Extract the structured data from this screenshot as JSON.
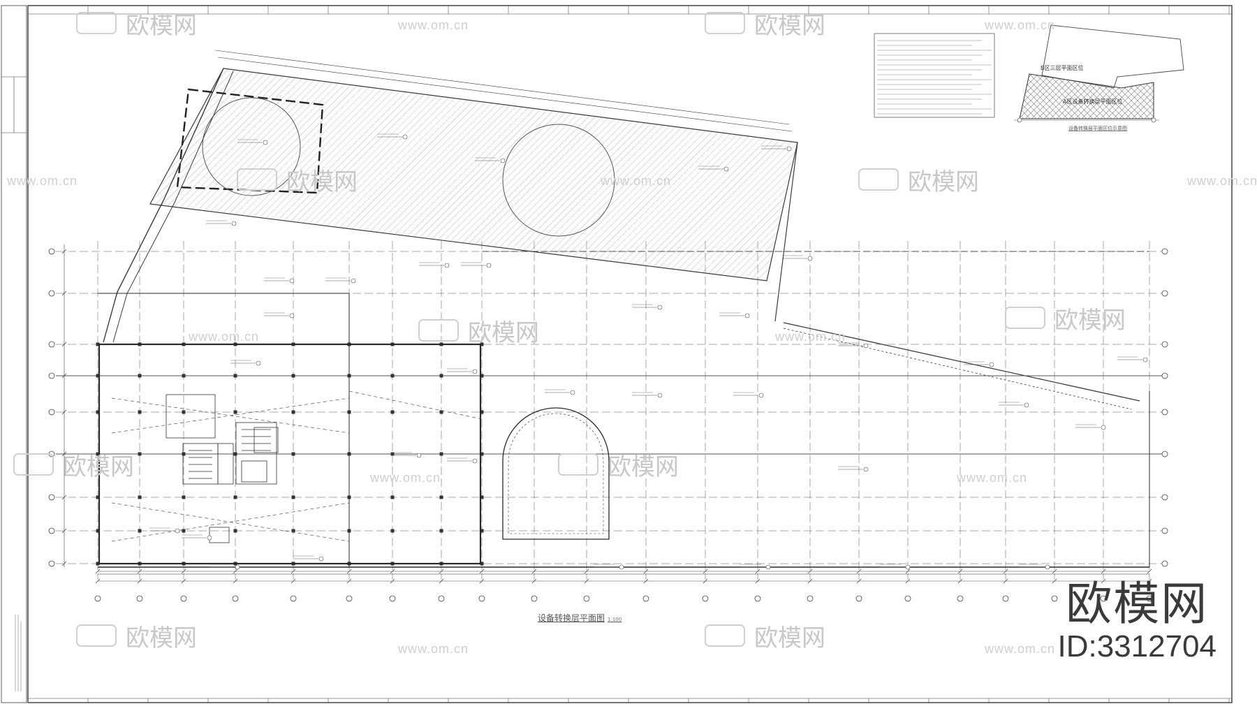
{
  "drawing": {
    "title": "设备转换层平面图",
    "scale_note": "1:100",
    "legend_labels": [
      "B区三层平面区位",
      "A区设备转换层平面区位"
    ],
    "legend_caption": "设备转换层平面区位示意图"
  },
  "watermark": {
    "brand": "欧模网",
    "url": "www.om.cn",
    "id": "ID:3312704"
  },
  "colors": {
    "line": "#3a3a3a",
    "hatch": "#9a9a9a",
    "watermark": "#c8c8c8",
    "background": "#ffffff"
  }
}
